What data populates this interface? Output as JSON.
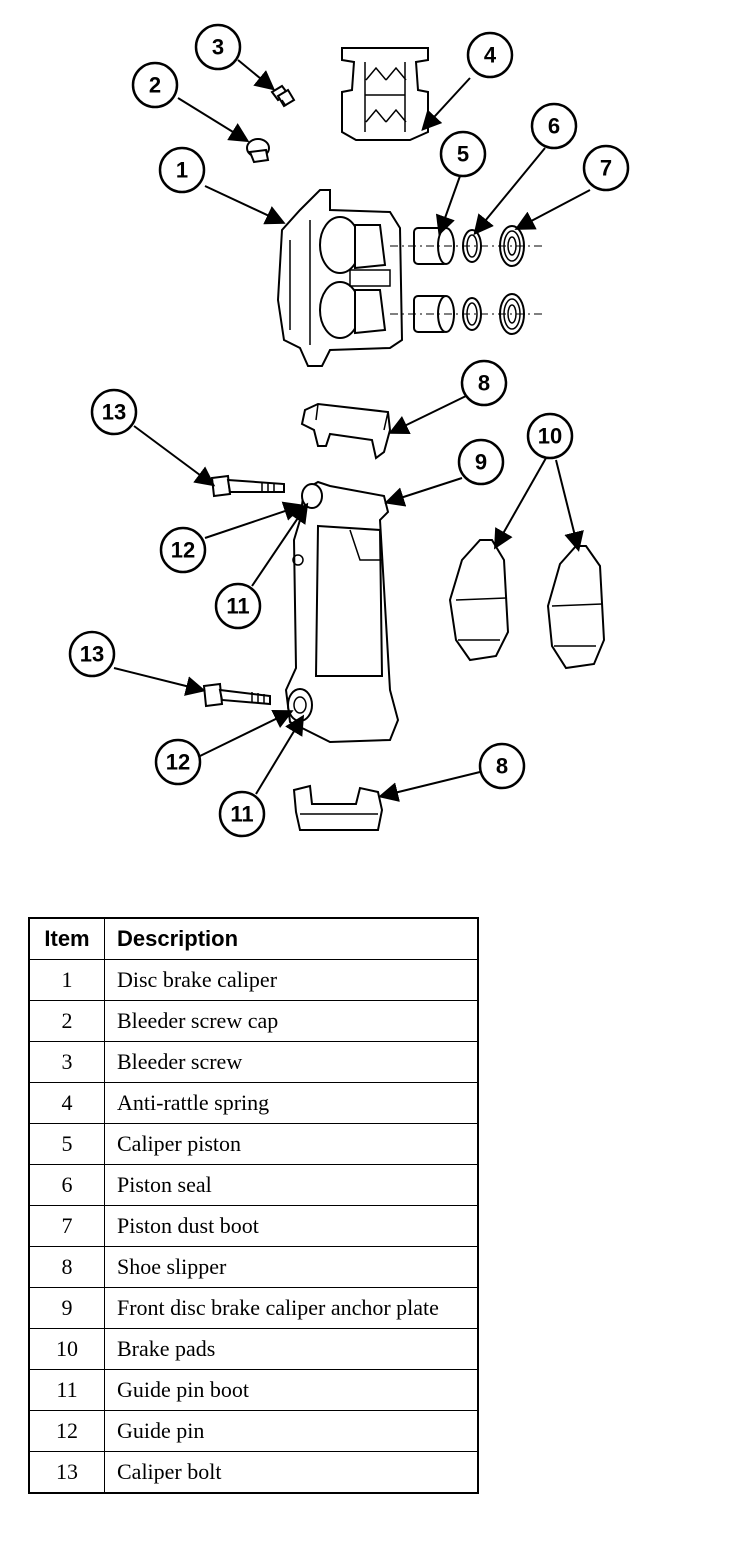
{
  "callouts": {
    "c1": "1",
    "c2": "2",
    "c3": "3",
    "c4": "4",
    "c5": "5",
    "c6": "6",
    "c7": "7",
    "c8a": "8",
    "c8b": "8",
    "c9": "9",
    "c10": "10",
    "c11a": "11",
    "c11b": "11",
    "c12a": "12",
    "c12b": "12",
    "c13a": "13",
    "c13b": "13"
  },
  "table": {
    "header_item": "Item",
    "header_description": "Description",
    "rows": [
      {
        "item": "1",
        "description": "Disc brake caliper"
      },
      {
        "item": "2",
        "description": "Bleeder screw cap"
      },
      {
        "item": "3",
        "description": "Bleeder screw"
      },
      {
        "item": "4",
        "description": "Anti-rattle spring"
      },
      {
        "item": "5",
        "description": "Caliper piston"
      },
      {
        "item": "6",
        "description": "Piston seal"
      },
      {
        "item": "7",
        "description": "Piston dust boot"
      },
      {
        "item": "8",
        "description": "Shoe slipper"
      },
      {
        "item": "9",
        "description": "Front disc brake caliper anchor plate"
      },
      {
        "item": "10",
        "description": "Brake pads"
      },
      {
        "item": "11",
        "description": "Guide pin boot"
      },
      {
        "item": "12",
        "description": "Guide pin"
      },
      {
        "item": "13",
        "description": "Caliper bolt"
      }
    ]
  }
}
